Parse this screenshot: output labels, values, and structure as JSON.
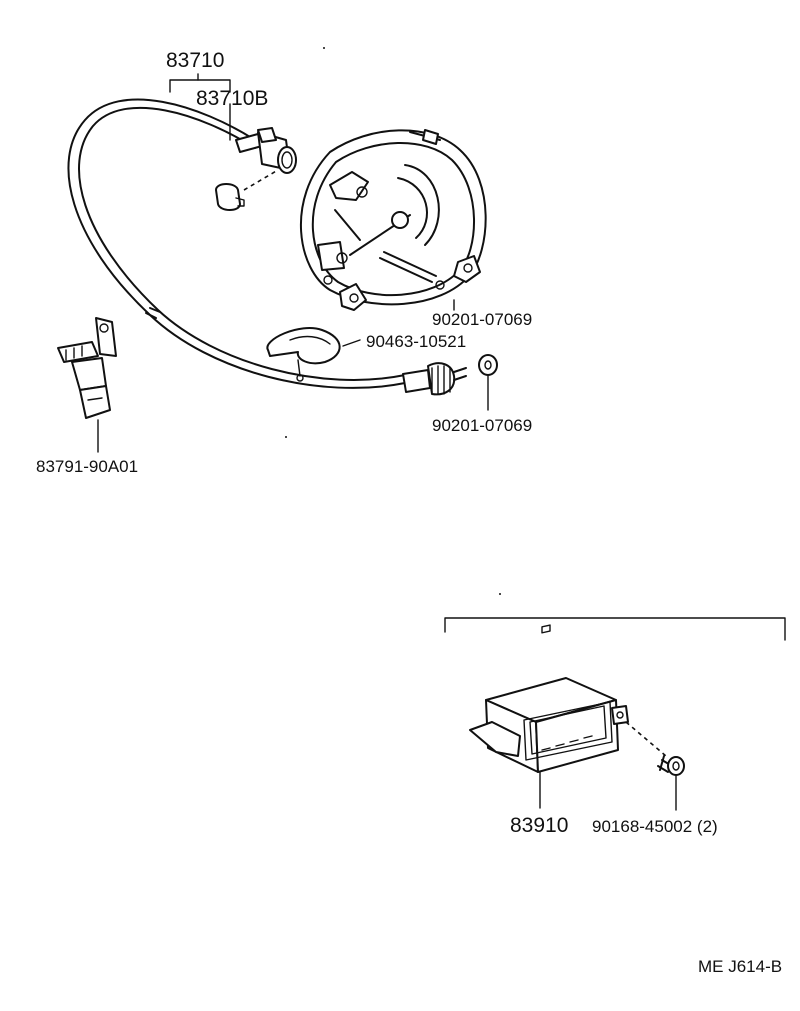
{
  "parts": {
    "cable_main": "83710",
    "cable_alt": "83710B",
    "meter_nut_top": "90201-07069",
    "clamp": "90463-10521",
    "meter_nut_bottom": "90201-07069",
    "cable_clamp": "83791-90A01",
    "relay_unit": "83910",
    "screw": "90168-45002 (2)"
  },
  "footer": {
    "reference": "ME  J614-B"
  }
}
